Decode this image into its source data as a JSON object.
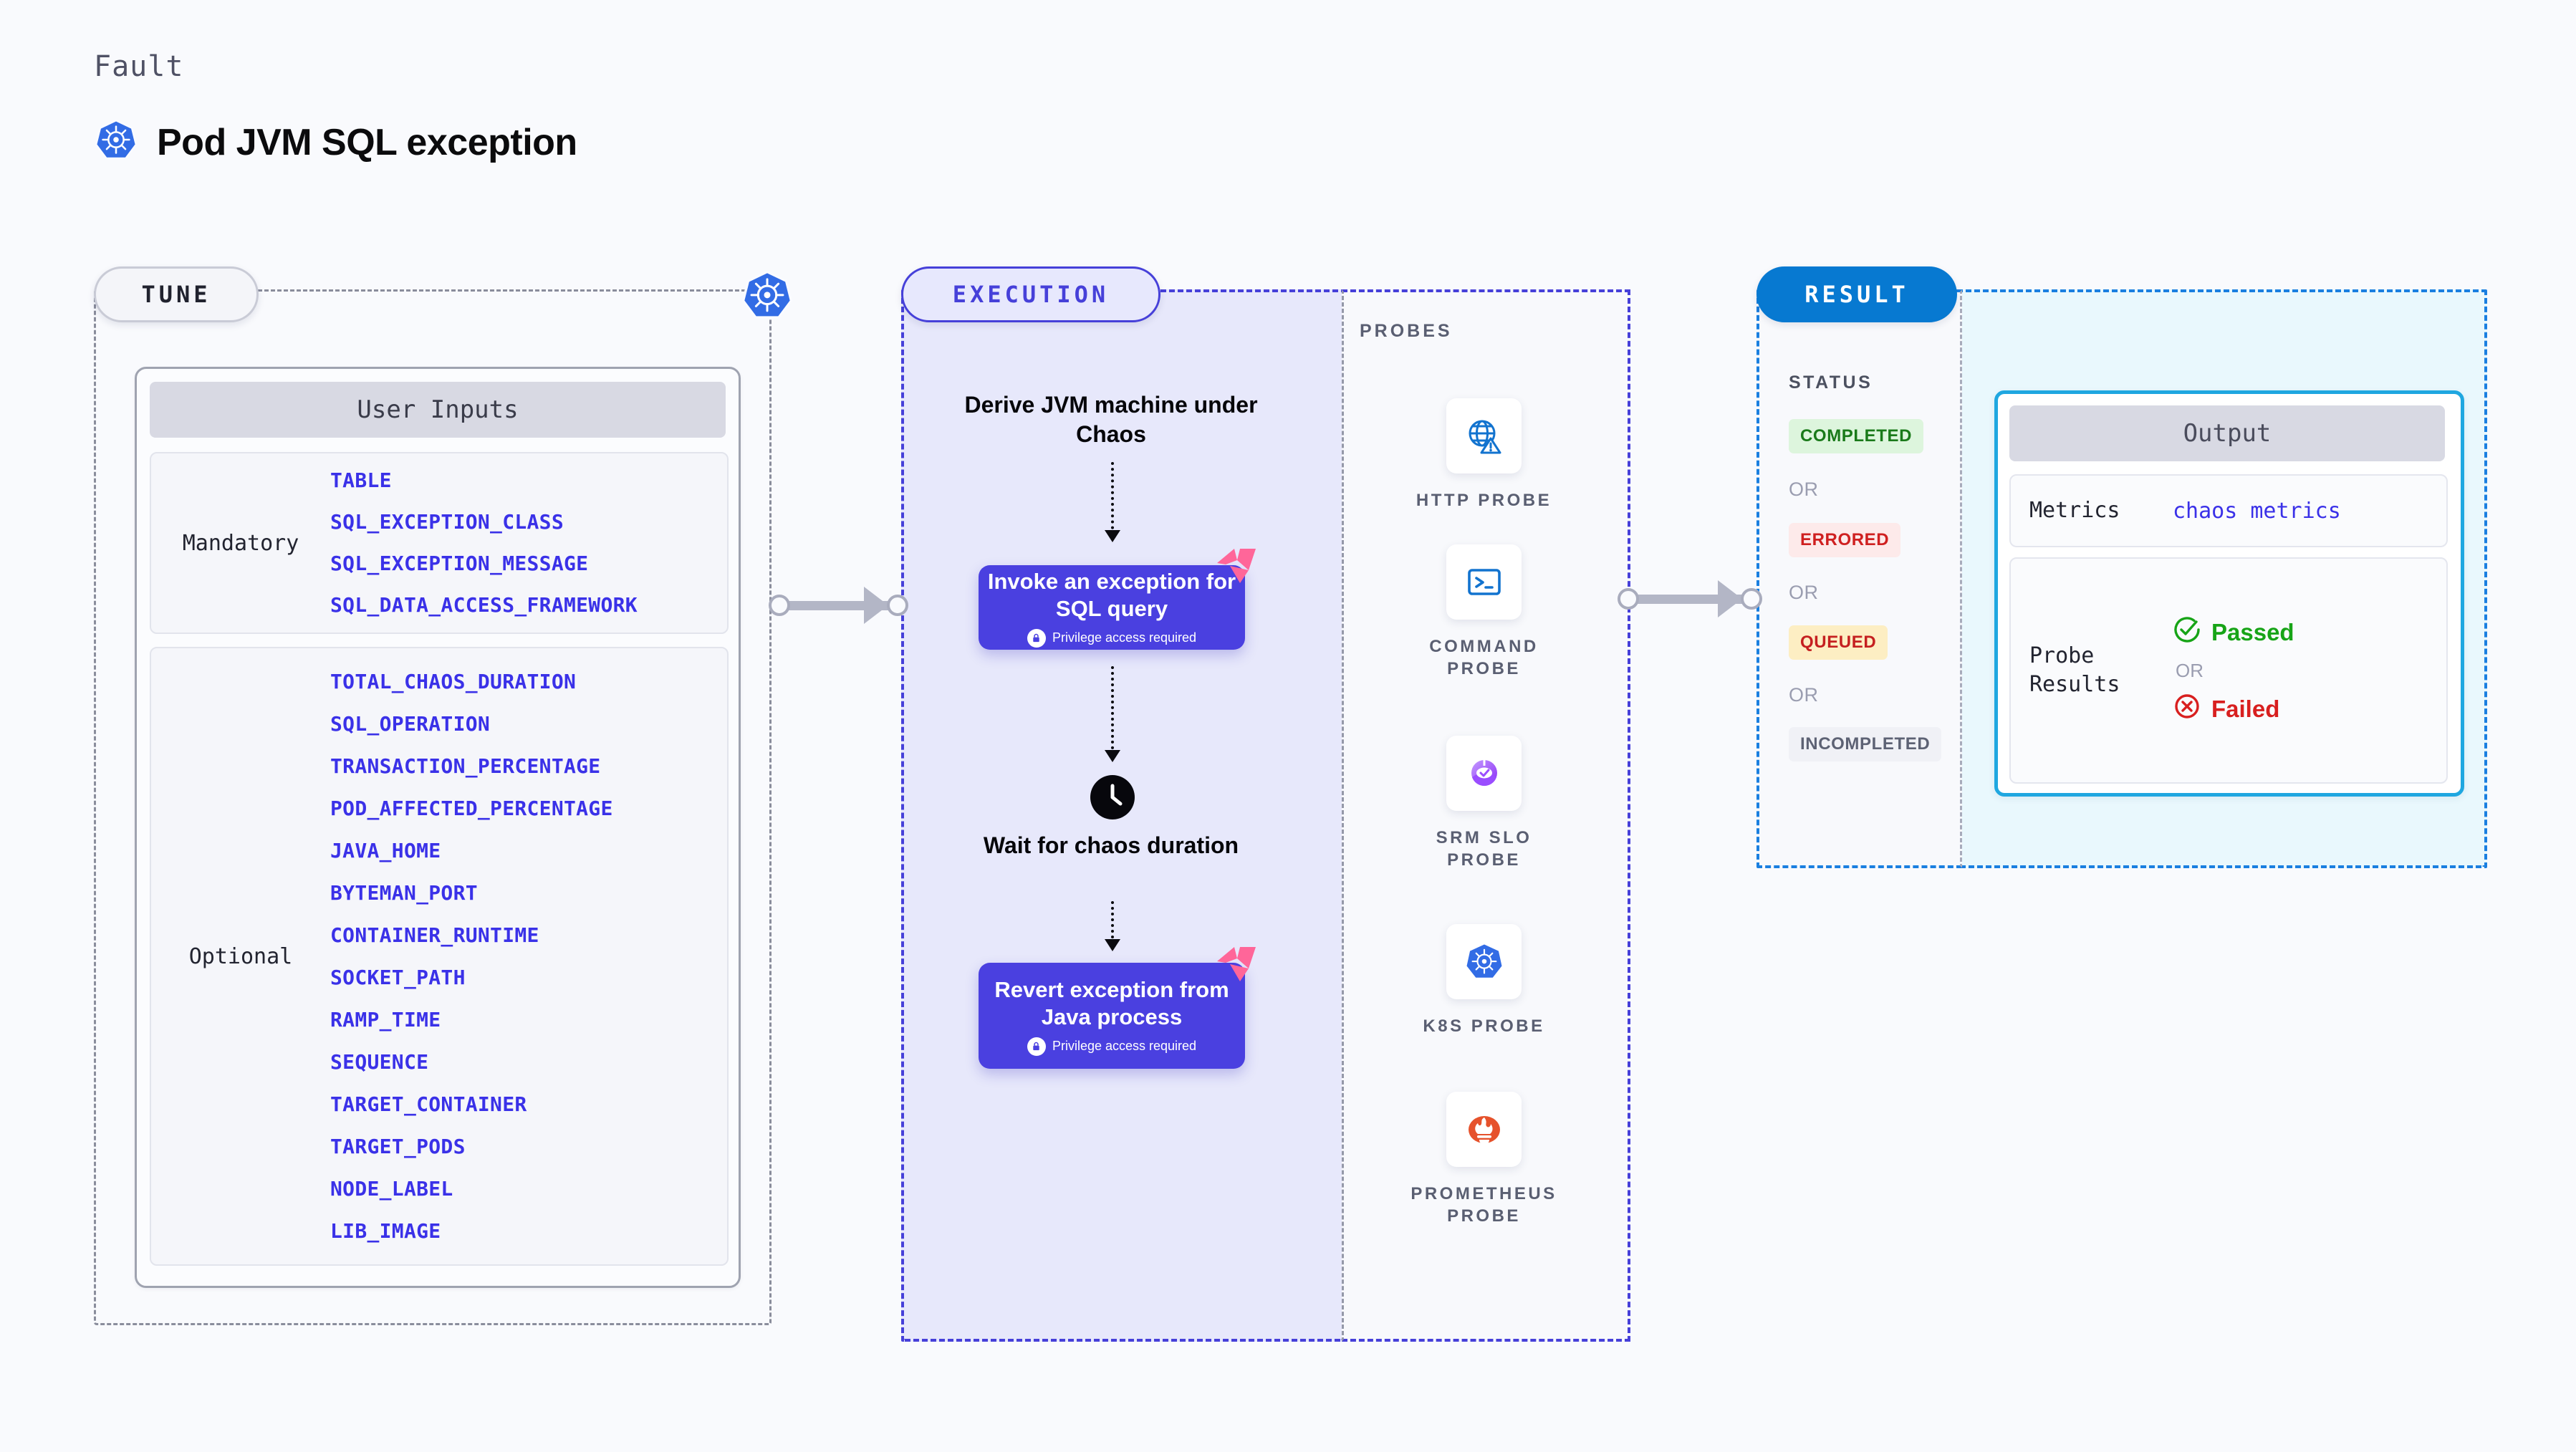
{
  "header": {
    "eyebrow": "Fault",
    "title": "Pod JVM SQL exception",
    "icon": "kubernetes-icon"
  },
  "tune": {
    "badge": "TUNE",
    "card_title": "User Inputs",
    "border_icon": "kubernetes-icon",
    "groups": [
      {
        "label": "Mandatory",
        "items": [
          "TABLE",
          "SQL_EXCEPTION_CLASS",
          "SQL_EXCEPTION_MESSAGE",
          "SQL_DATA_ACCESS_FRAMEWORK"
        ]
      },
      {
        "label": "Optional",
        "items": [
          "TOTAL_CHAOS_DURATION",
          "SQL_OPERATION",
          "TRANSACTION_PERCENTAGE",
          "POD_AFFECTED_PERCENTAGE",
          "JAVA_HOME",
          "BYTEMAN_PORT",
          "CONTAINER_RUNTIME",
          "SOCKET_PATH",
          "RAMP_TIME",
          "SEQUENCE",
          "TARGET_CONTAINER",
          "TARGET_PODS",
          "NODE_LABEL",
          "LIB_IMAGE"
        ]
      }
    ]
  },
  "execution": {
    "badge": "EXECUTION",
    "step_derive": "Derive JVM machine under Chaos",
    "step_invoke_title": "Invoke an exception for SQL query",
    "step_invoke_sub": "Privilege access required",
    "step_wait": "Wait for chaos duration",
    "step_revert_title": "Revert exception from Java process",
    "step_revert_sub": "Privilege access required",
    "wait_icon": "clock-icon",
    "corner_icon": "harness-icon",
    "lock_icon": "lock-icon"
  },
  "probes": {
    "label": "PROBES",
    "items": [
      {
        "name": "HTTP PROBE",
        "icon": "globe-warning-icon"
      },
      {
        "name": "COMMAND PROBE",
        "icon": "terminal-icon"
      },
      {
        "name": "SRM SLO PROBE",
        "icon": "srm-slo-icon"
      },
      {
        "name": "K8S PROBE",
        "icon": "kubernetes-icon"
      },
      {
        "name": "PROMETHEUS PROBE",
        "icon": "prometheus-icon"
      }
    ]
  },
  "result": {
    "badge": "RESULT",
    "status_label": "STATUS",
    "or_label": "OR",
    "statuses": [
      {
        "label": "COMPLETED",
        "bg": "#ddf5dd",
        "color": "#1a7a1a"
      },
      {
        "label": "ERRORED",
        "bg": "#fdeaea",
        "color": "#cf2020"
      },
      {
        "label": "QUEUED",
        "bg": "#fdeec3",
        "color": "#c52020"
      },
      {
        "label": "INCOMPLETED",
        "bg": "#f0f1f6",
        "color": "#5d6274"
      }
    ],
    "output": {
      "title": "Output",
      "metrics_label": "Metrics",
      "metrics_value": "chaos metrics",
      "probe_results_label": "Probe Results",
      "passed_label": "Passed",
      "failed_label": "Failed",
      "or_label": "OR",
      "passed_icon": "check-circle-icon",
      "failed_icon": "x-circle-icon"
    }
  },
  "colors": {
    "background": "#f9fafd",
    "accent_purple": "#4640d9",
    "accent_blue": "#0779d1",
    "k8s_blue": "#326ce5",
    "harness_pink": "#ff6699",
    "probe_blue": "#1273cf",
    "prometheus_orange": "#e6522c",
    "srm_purple": "#9a4dff",
    "input_text": "#3a31e8",
    "passed_green": "#17a417",
    "failed_red": "#d81f1f"
  }
}
